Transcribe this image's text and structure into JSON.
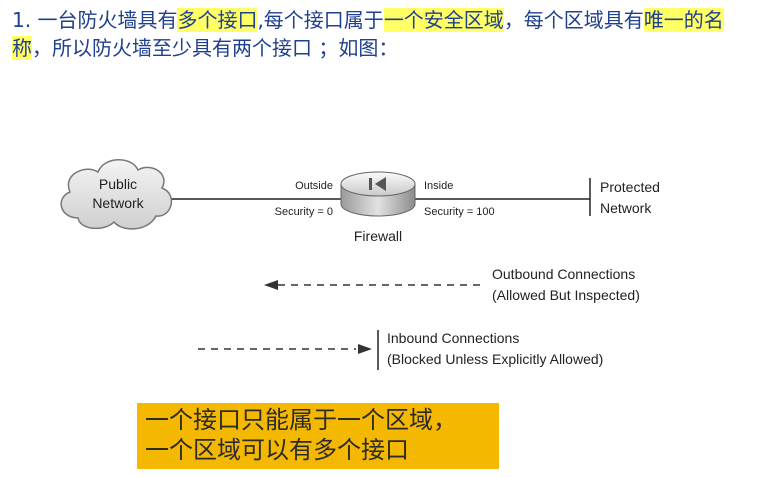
{
  "heading": {
    "parts": [
      {
        "text": "1. 一台防火墙具有",
        "hl": false
      },
      {
        "text": "多个接口",
        "hl": true
      },
      {
        "text": ",每个接口属于",
        "hl": false
      },
      {
        "text": "一个安全区域",
        "hl": true
      },
      {
        "text": "，每个区域具有",
        "hl": false
      },
      {
        "text": "唯一的名称",
        "hl": true
      },
      {
        "text": "，所以防火墙至少具有两个接口 ；如图：",
        "hl": false
      }
    ]
  },
  "diagram": {
    "public_network": {
      "line1": "Public",
      "line2": "Network"
    },
    "outside": {
      "label": "Outside",
      "security": "Security = 0"
    },
    "firewall": {
      "label": "Firewall"
    },
    "inside": {
      "label": "Inside",
      "security": "Security = 100"
    },
    "protected_network": {
      "line1": "Protected",
      "line2": "Network"
    },
    "outbound": {
      "line1": "Outbound Connections",
      "line2": "(Allowed But Inspected)"
    },
    "inbound": {
      "line1": "Inbound Connections",
      "line2": "(Blocked Unless Explicitly Allowed)"
    }
  },
  "note": {
    "line1": "一个接口只能属于一个区域，",
    "line2": "一个区域可以有多个接口"
  },
  "colors": {
    "heading_text": "#1f3f8f",
    "highlight": "#ffff66",
    "note_background": "#f5b800"
  }
}
